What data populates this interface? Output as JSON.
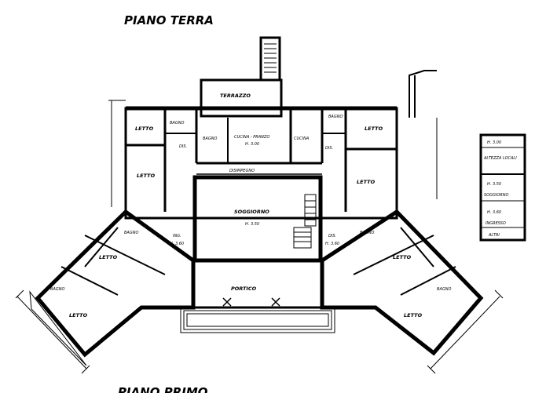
{
  "plan": {
    "title": "PIANO TERRA",
    "footer_title": "PIANO PRIMO",
    "rooms": {
      "terrazzo_top": "TERRAZZO",
      "letto_top_left": "LETTO",
      "bagno_top_left": "BAGNO",
      "letto_left": "LETTO",
      "dis_left": "DIS.",
      "bagno_center_left": "BAGNO",
      "cucina_pranzo": "CUCINA - PRANZO",
      "cucina_pranzo_height": "H. 3.00",
      "cucina_right": "CUCINA",
      "bagno_top_right": "BAGNO",
      "letto_top_right": "LETTO",
      "dis_right": "DIS.",
      "letto_right": "LETTO",
      "disimpegno": "DISIMPEGNO",
      "soggiorno": "SOGGIORNO",
      "soggiorno_height": "H. 3.50",
      "ingresso_left": "ING.",
      "ingresso_left_height": "H. 3.60",
      "ingresso_right": "DIS.",
      "ingresso_right_height": "H. 3.60",
      "bagno_wing_left": "BAGNO",
      "letto_wing_left_upper": "LETTO",
      "bagno_wing_left_lower": "BAGNO",
      "letto_wing_left_lower": "LETTO",
      "portico": "PORTICO",
      "bagno_wing_right": "BAGNO",
      "letto_wing_right_upper": "LETTO",
      "bagno_wing_right_lower": "BAGNO",
      "letto_wing_right_lower": "LETTO"
    }
  },
  "legend": {
    "rows": [
      "H. 3.00",
      "ALTEZZA LOCALI",
      "H. 3.50",
      "SOGGIORNO",
      "H. 3.60",
      "INGRESSO",
      "ALTRI"
    ]
  }
}
